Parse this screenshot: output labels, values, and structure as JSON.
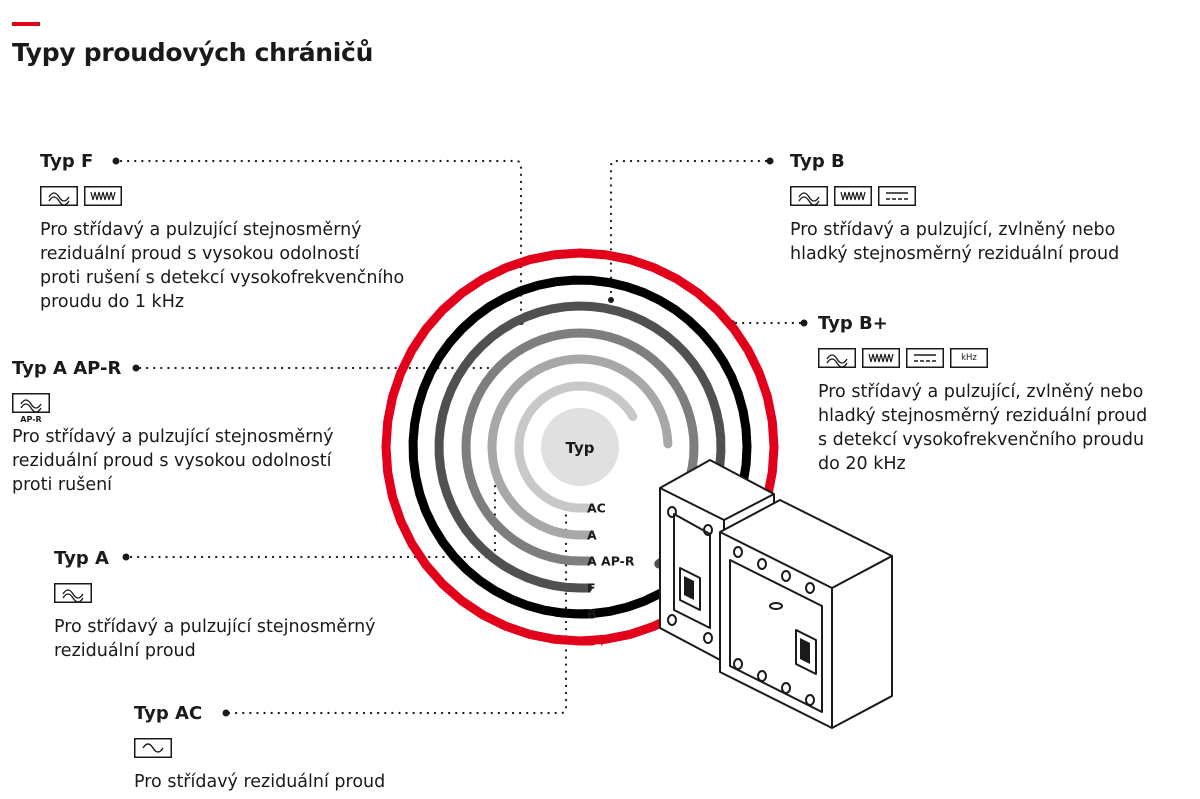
{
  "title": "Typy proudových chráničů",
  "center_label": "Typ",
  "colors": {
    "accent": "#e2001a",
    "ring_ac": "#c8c8c8",
    "ring_a": "#a8a8a8",
    "ring_a_apr": "#7e7e7e",
    "ring_f": "#505050",
    "ring_b": "#000000",
    "ring_bplus": "#e2001a",
    "center_circle": "#e0e0e0"
  },
  "ring_labels": [
    "AC",
    "A",
    "A AP-R",
    "F",
    "B",
    "B+"
  ],
  "types": {
    "typ_f": {
      "name": "Typ F",
      "icons": [
        "pulsating-wave-icon",
        "high-frequency-wave-icon"
      ],
      "description": "Pro střídavý a pulzující stejnosměrný\nreziduální proud s vysokou odolností\nproti rušení s detekcí vysokofrekvenčního\nproudu do 1 kHz"
    },
    "typ_a_apr": {
      "name": "Typ A AP-R",
      "icons": [
        "pulsating-wave-icon"
      ],
      "icon_caption": "AP-R",
      "description": "Pro střídavý a pulzující stejnosměrný\nreziduální proud s vysokou odolností\nproti rušení"
    },
    "typ_a": {
      "name": "Typ A",
      "icons": [
        "pulsating-wave-icon"
      ],
      "description": "Pro střídavý a pulzující stejnosměrný\nreziduální proud"
    },
    "typ_ac": {
      "name": "Typ AC",
      "icons": [
        "sine-wave-icon"
      ],
      "description": "Pro střídavý reziduální proud"
    },
    "typ_b": {
      "name": "Typ B",
      "icons": [
        "pulsating-wave-icon",
        "high-frequency-wave-icon",
        "smooth-dc-icon"
      ],
      "description": "Pro střídavý a pulzující, zvlněný nebo\nhladký stejnosměrný reziduální proud"
    },
    "typ_bplus": {
      "name": "Typ B+",
      "icons": [
        "pulsating-wave-icon",
        "high-frequency-wave-icon",
        "smooth-dc-icon",
        "khz-icon"
      ],
      "icon_text": "kHz",
      "description": "Pro střídavý a pulzující, zvlněný nebo\nhladký stejnosměrný reziduální proud\ns detekcí vysokofrekvenčního proudu\ndo 20 kHz"
    }
  },
  "device_illustration": "residual-current-device-illustration"
}
